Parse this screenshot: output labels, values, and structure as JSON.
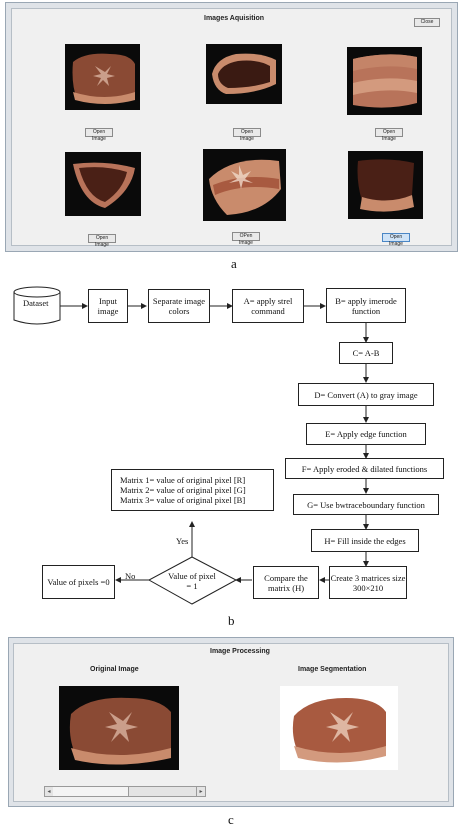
{
  "panel_a": {
    "title": "Images Aquisition",
    "close_label": "Close",
    "buttons": [
      "Open Image",
      "Open Image",
      "Open Image",
      "Open Image",
      "OPen Image",
      "Open Image"
    ],
    "caption": "a"
  },
  "flowchart": {
    "dataset": "Dataset",
    "input_image": "Input image",
    "separate": "Separate image colors",
    "strel": "A= apply strel command",
    "imerode": "B= apply imerode function",
    "c_step": "C= A-B",
    "d_step": "D= Convert (A) to gray image",
    "e_step": "E= Apply edge function",
    "f_step": "F= Apply eroded & dilated  functions",
    "g_step": "G= Use bwtraceboundary function",
    "h_step": "H= Fill inside the edges",
    "create": "Create 3 matrices size 300×210",
    "compare": "Compare the matrix (H)",
    "decision": "Value of pixel = 1",
    "no_label": "No",
    "yes_label": "Yes",
    "zero": "Value of pixels =0",
    "matrix1": "Matrix 1= value of original pixel [R]",
    "matrix2": "Matrix 2= value of original pixel [G]",
    "matrix3": "Matrix 3= value of original pixel [B]",
    "caption": "b"
  },
  "panel_c": {
    "title": "Image Processing",
    "original": "Original Image",
    "segmentation": "Image Segmentation",
    "caption": "c"
  },
  "colors": {
    "window_frame": "#dfe3e8",
    "window_bg": "#f0f0f0",
    "pot_light": "#c98b6c",
    "pot_dark": "#5a2a1e",
    "select_blue": "#cfe3f7"
  }
}
